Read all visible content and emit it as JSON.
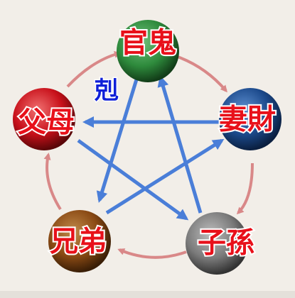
{
  "nodes": {
    "top": {
      "label": "官鬼",
      "color": "#2e8a3c"
    },
    "right": {
      "label": "妻財",
      "color": "#1c4a8c"
    },
    "bottom_right": {
      "label": "子孫",
      "color": "#7a7a7a"
    },
    "bottom_left": {
      "label": "兄弟",
      "color": "#8a4a14"
    },
    "left": {
      "label": "父母",
      "color": "#c8101a"
    }
  },
  "restrain_label": "剋",
  "colors": {
    "generate_arrow": "#d98888",
    "restrain_arrow": "#4a7ed8",
    "node_text": "#e8101a",
    "restrain_text": "#1020d8",
    "background": "#f2eee8"
  }
}
